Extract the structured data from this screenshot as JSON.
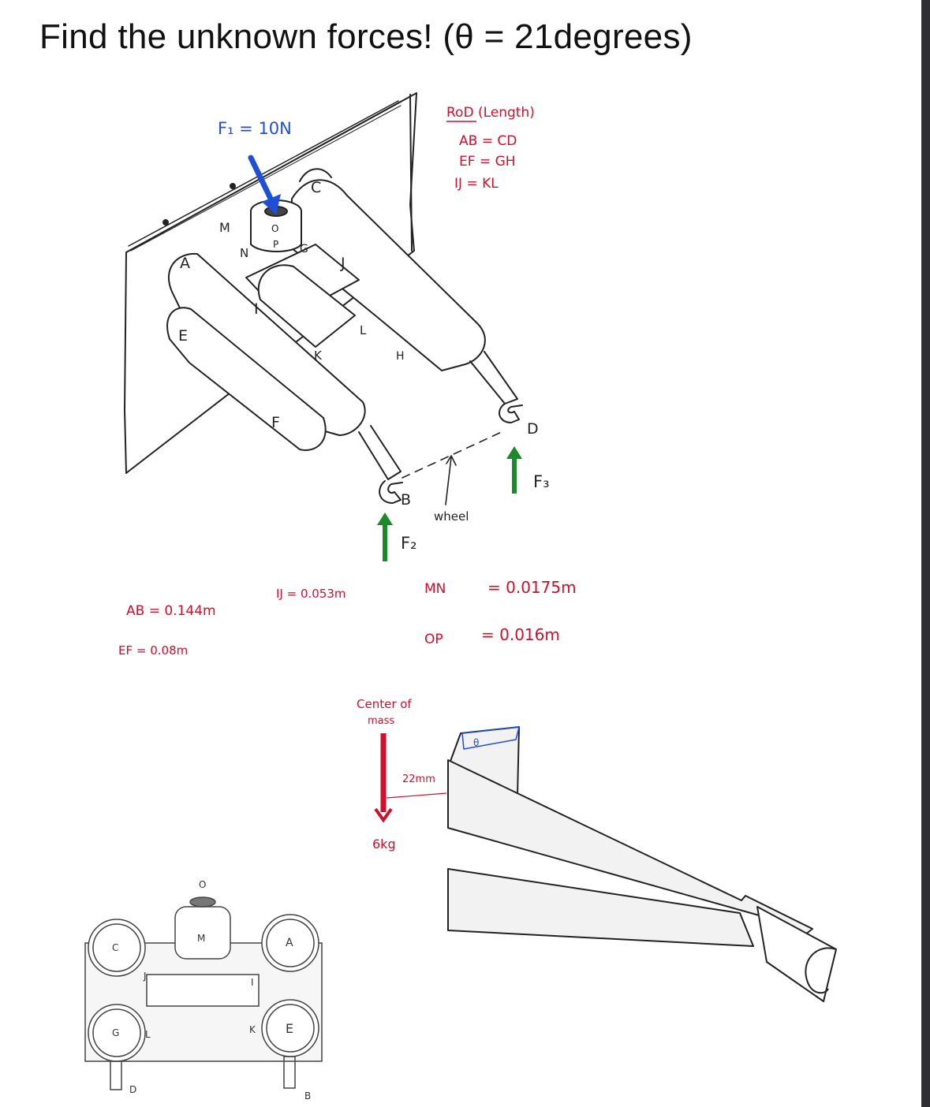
{
  "title": "Find the unknown forces! (θ = 21degrees)",
  "colors": {
    "ink": "#222222",
    "red_annotation": "#d0102a",
    "blue_force": "#1f4fd6",
    "green_force": "#1a8a2a",
    "gray_part": "#f2f2f2"
  },
  "main_view": {
    "force_f1": "F₁ = 10N",
    "rod_header": "RoD (Length)",
    "rod_equalities": [
      "AB = CD",
      "EF = GH",
      "IJ = KL"
    ],
    "points": {
      "A": "A",
      "B": "B",
      "C": "C",
      "D": "D",
      "E": "E",
      "F": "F",
      "G": "G",
      "H": "H",
      "I": "I",
      "J": "J",
      "K": "K",
      "L": "L",
      "M": "M",
      "N": "N",
      "O": "O",
      "P": "P"
    },
    "force_f2": "F₂",
    "force_f3": "F₃",
    "wheel_label": "wheel"
  },
  "dimensions": {
    "ab": "AB = 0.144m",
    "ef": "EF = 0.08m",
    "ij": "IJ = 0.053m",
    "mn_label": "MN",
    "mn_value": "= 0.0175m",
    "op_label": "OP",
    "op_value": "= 0.016m"
  },
  "side_view": {
    "center_of_mass": "Center of",
    "center_of_mass_2": "mass",
    "offset": "22mm",
    "weight": "6kg",
    "angle": "θ"
  },
  "top_view": {
    "labels": [
      "O",
      "M",
      "C",
      "J",
      "A",
      "I",
      "G",
      "L",
      "K",
      "E",
      "D",
      "B"
    ]
  }
}
